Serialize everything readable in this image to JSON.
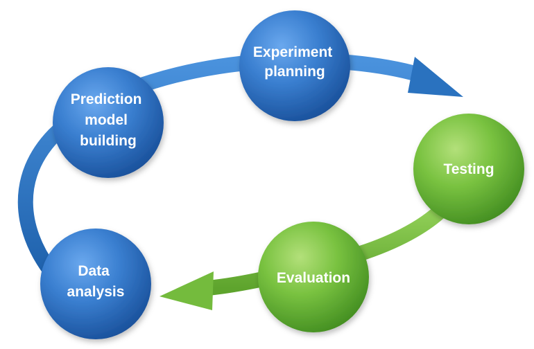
{
  "cycle": {
    "nodes": [
      {
        "id": "experiment-planning",
        "lines": [
          "Experiment",
          "planning"
        ],
        "color": "#2e6fc0"
      },
      {
        "id": "testing",
        "lines": [
          "Testing"
        ],
        "color": "#6cb63a"
      },
      {
        "id": "evaluation",
        "lines": [
          "Evaluation"
        ],
        "color": "#6cb63a"
      },
      {
        "id": "data-analysis",
        "lines": [
          "Data",
          "analysis"
        ],
        "color": "#2e6fc0"
      },
      {
        "id": "prediction-model-building",
        "lines": [
          "Prediction",
          "model",
          "building"
        ],
        "color": "#2e6fc0"
      }
    ],
    "arrow_colors": {
      "blue": "#2f78c4",
      "green": "#7cc243"
    }
  }
}
